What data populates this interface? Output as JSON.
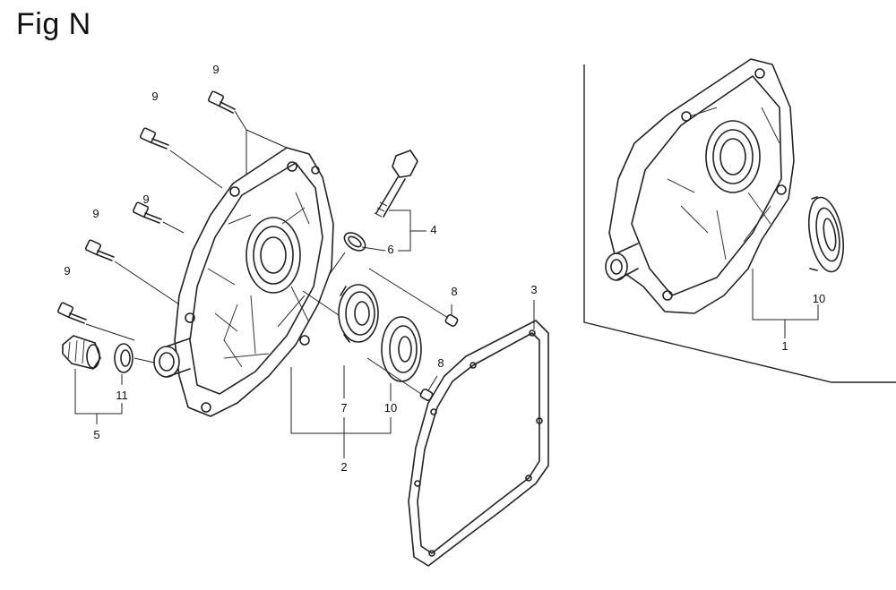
{
  "title": "Fig N",
  "callouts": {
    "c1": "1",
    "c2": "2",
    "c3": "3",
    "c4": "4",
    "c5": "5",
    "c6": "6",
    "c7": "7",
    "c8": "8",
    "c9": "9",
    "c10": "10",
    "c11": "11"
  }
}
